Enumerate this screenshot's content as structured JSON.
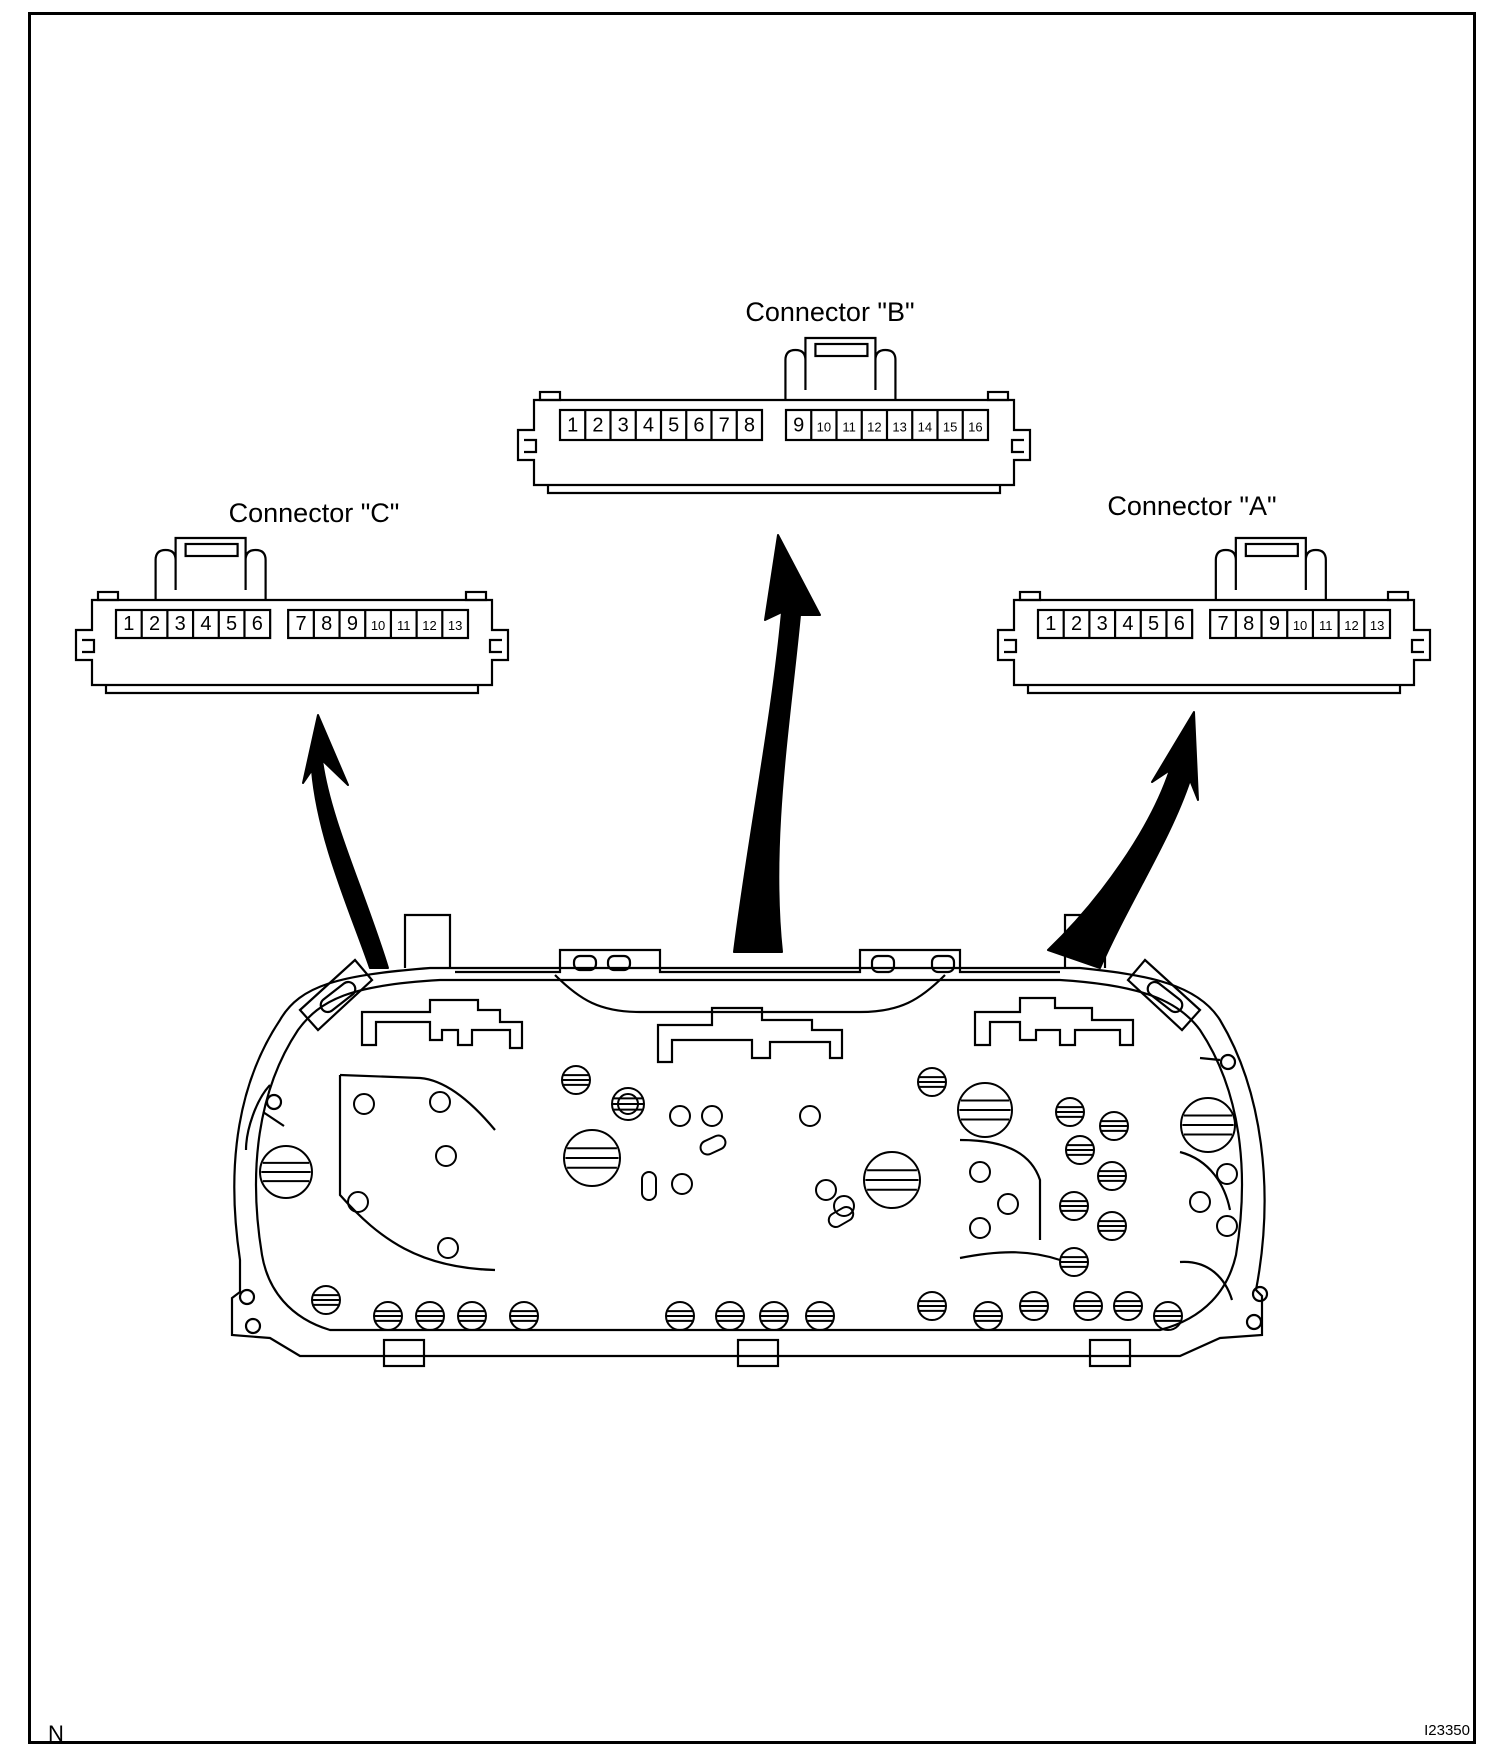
{
  "diagram": {
    "connectors": [
      {
        "id": "C",
        "label": "Connector \"C\"",
        "groups": [
          [
            "1",
            "2",
            "3",
            "4",
            "5",
            "6"
          ],
          [
            "7",
            "8",
            "9",
            "10",
            "11",
            "12",
            "13"
          ]
        ]
      },
      {
        "id": "B",
        "label": "Connector \"B\"",
        "groups": [
          [
            "1",
            "2",
            "3",
            "4",
            "5",
            "6",
            "7",
            "8"
          ],
          [
            "9",
            "10",
            "11",
            "12",
            "13",
            "14",
            "15",
            "16"
          ]
        ]
      },
      {
        "id": "A",
        "label": "Connector \"A\"",
        "groups": [
          [
            "1",
            "2",
            "3",
            "4",
            "5",
            "6"
          ],
          [
            "7",
            "8",
            "9",
            "10",
            "11",
            "12",
            "13"
          ]
        ]
      }
    ],
    "corner_left": "N",
    "figure_code": "I23350"
  }
}
